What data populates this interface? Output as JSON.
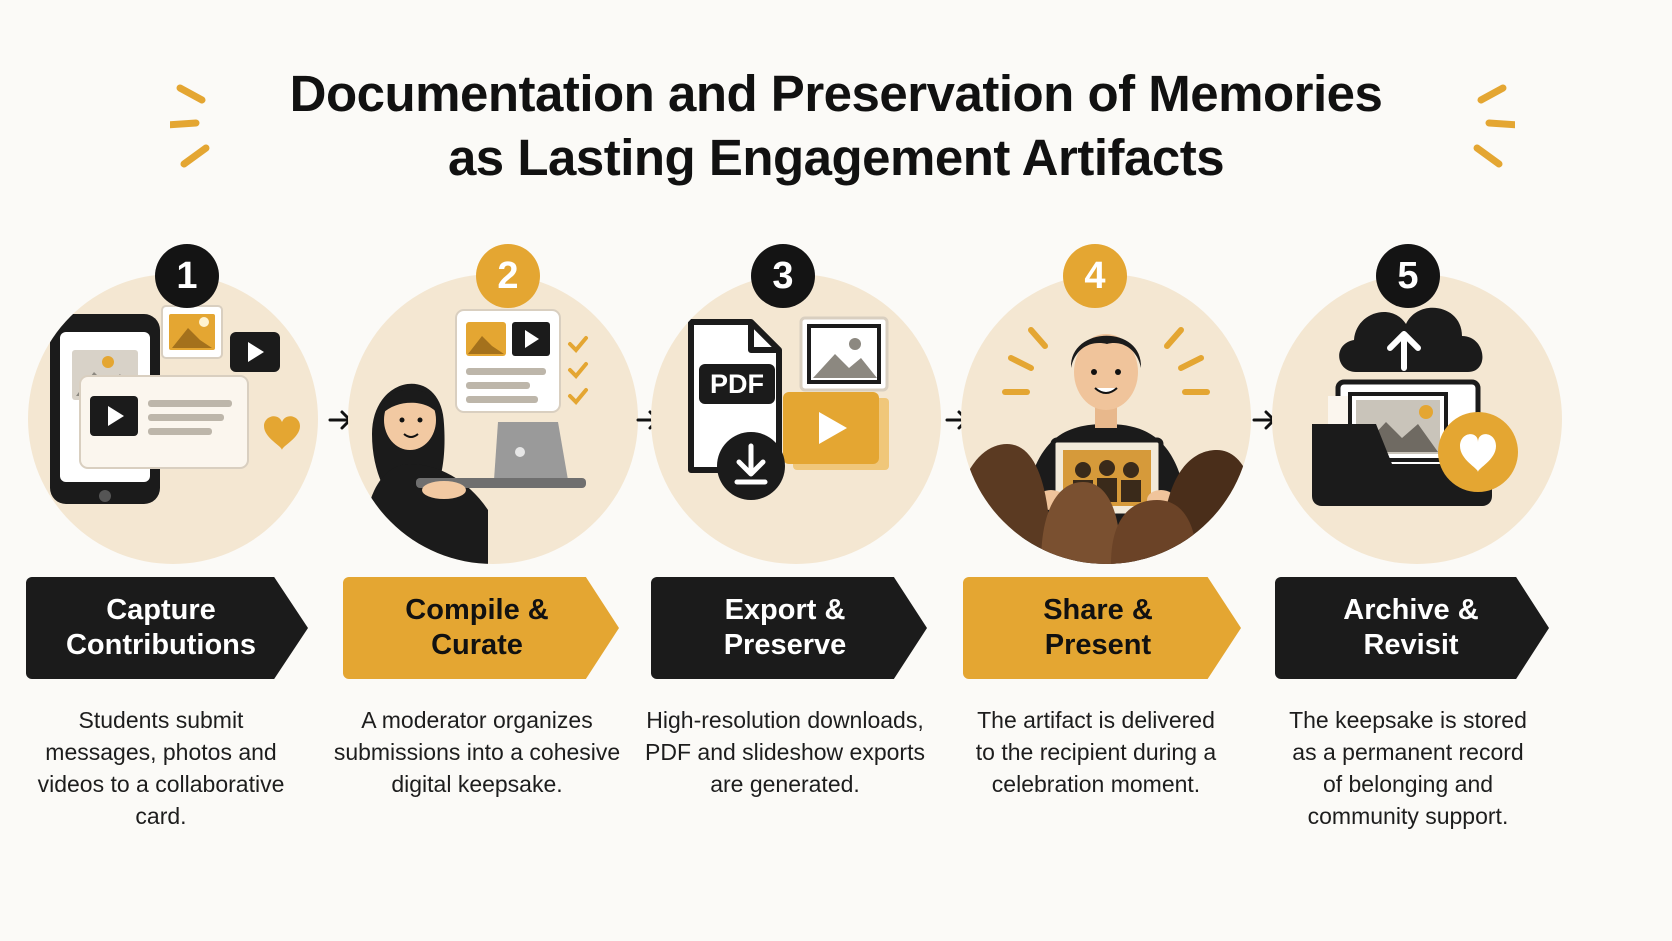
{
  "title": {
    "line1": "Documentation and Preservation of Memories",
    "line2": "as Lasting Engagement Artifacts"
  },
  "colors": {
    "accent": "#e4a632",
    "dark": "#1b1b1b",
    "circle": "#f4e7d2"
  },
  "steps": [
    {
      "number": "1",
      "label_line1": "Capture",
      "label_line2": "Contributions",
      "desc": [
        "Students submit",
        "messages, photos and",
        "videos to a collaborative",
        "card."
      ],
      "style": "dark",
      "icon": "phone-with-media-icon"
    },
    {
      "number": "2",
      "label_line1": "Compile &",
      "label_line2": "Curate",
      "desc": [
        "A moderator organizes",
        "submissions into a cohesive",
        "digital keepsake."
      ],
      "style": "gold",
      "icon": "moderator-laptop-icon"
    },
    {
      "number": "3",
      "label_line1": "Export &",
      "label_line2": "Preserve",
      "desc": [
        "High-resolution downloads,",
        "PDF and slideshow exports",
        "are generated."
      ],
      "style": "dark",
      "icon": "pdf-export-icon",
      "pdf_text": "PDF"
    },
    {
      "number": "4",
      "label_line1": "Share &",
      "label_line2": "Present",
      "desc": [
        "The artifact is delivered",
        "to the recipient during a",
        "celebration moment."
      ],
      "style": "gold",
      "icon": "presenter-icon"
    },
    {
      "number": "5",
      "label_line1": "Archive &",
      "label_line2": "Revisit",
      "desc": [
        "The keepsake is stored",
        "as a permanent record",
        "of belonging and",
        "community support."
      ],
      "style": "dark",
      "icon": "cloud-archive-icon"
    }
  ]
}
